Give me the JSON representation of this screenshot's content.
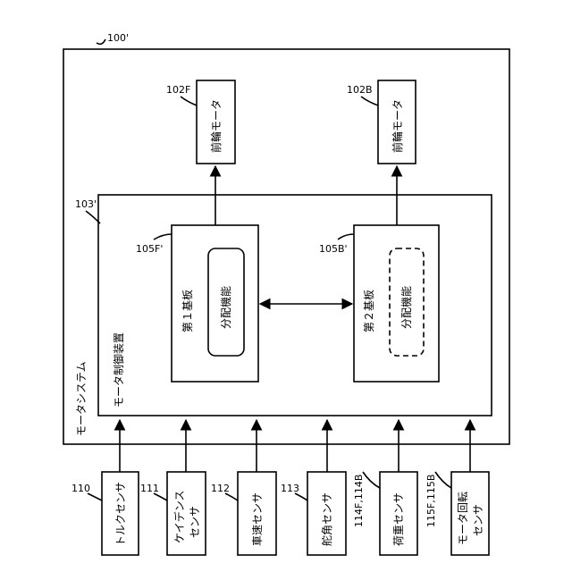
{
  "system": {
    "ref": "100'",
    "label": "モータシステム"
  },
  "controller": {
    "ref": "103'",
    "label": "モータ制御装置"
  },
  "board1": {
    "ref": "105F'",
    "label": "第１基板",
    "func": "分配機能"
  },
  "board2": {
    "ref": "105B'",
    "label": "第２基板",
    "func": "分配機能"
  },
  "motor_front": {
    "ref": "102F",
    "label": "前輪モータ"
  },
  "motor_back": {
    "ref": "102B",
    "label": "前輪モータ"
  },
  "sensors": [
    {
      "ref": "110",
      "line1": "トルクセンサ",
      "line2": ""
    },
    {
      "ref": "111",
      "line1": "ケイデンス",
      "line2": "センサ"
    },
    {
      "ref": "112",
      "line1": "車速センサ",
      "line2": ""
    },
    {
      "ref": "113",
      "line1": "舵角センサ",
      "line2": ""
    },
    {
      "ref": "114F,114B",
      "line1": "荷重センサ",
      "line2": ""
    },
    {
      "ref": "115F,115B",
      "line1": "モータ回転",
      "line2": "センサ"
    }
  ]
}
